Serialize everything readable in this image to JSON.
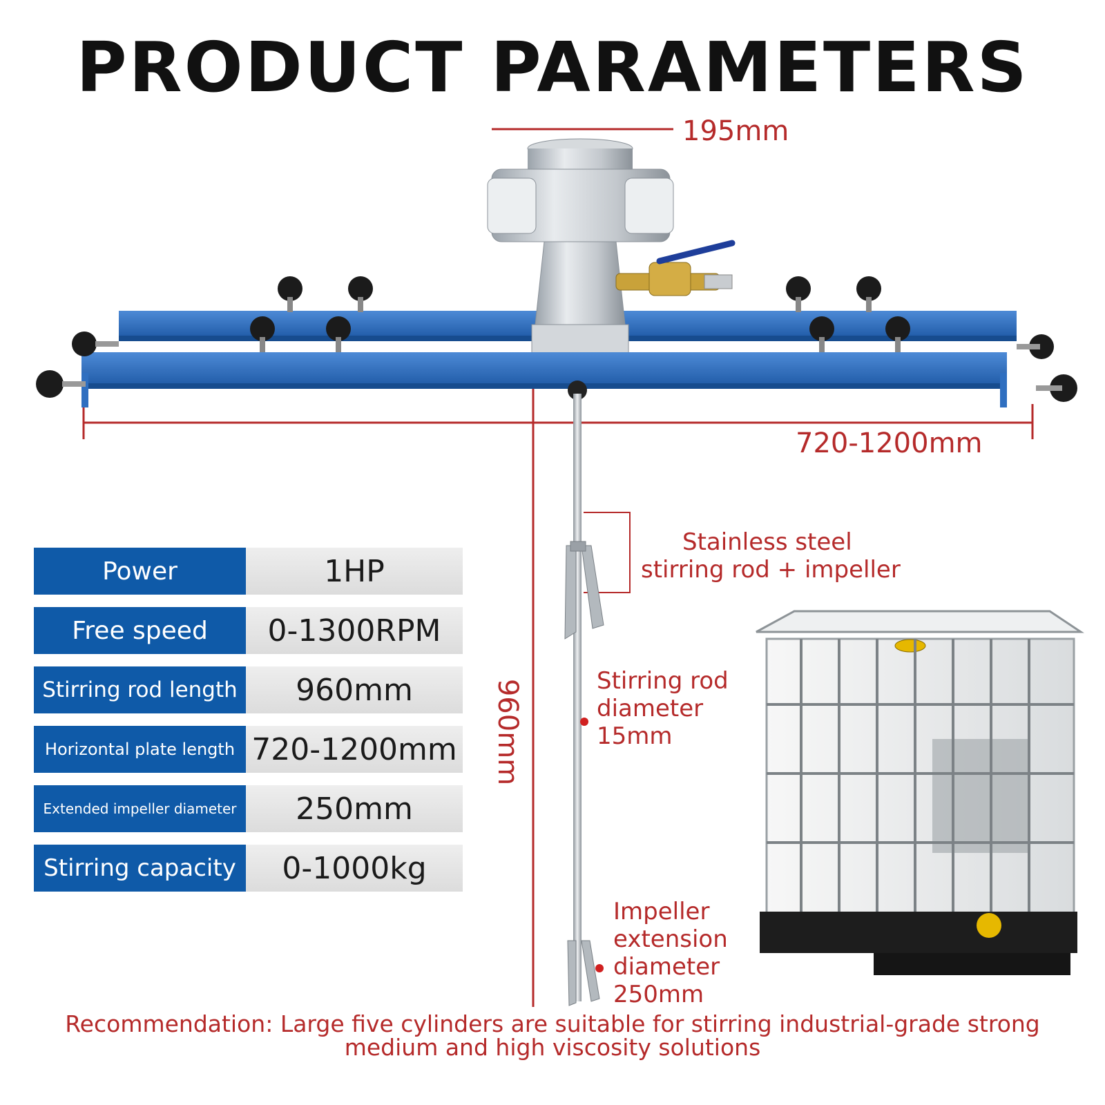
{
  "title": "PRODUCT PARAMETERS",
  "dimensions": {
    "motor_width": "195mm",
    "plate_length": "720-1200mm",
    "rod_length": "960mm"
  },
  "callouts": {
    "rod_impeller": {
      "line1": "Stainless steel",
      "line2": "stirring rod + impeller"
    },
    "rod_diameter": {
      "line1": "Stirring rod",
      "line2": "diameter",
      "line3": "15mm"
    },
    "impeller_extension": {
      "line1": "Impeller",
      "line2": "extension",
      "line3": "diameter",
      "line4": "250mm"
    }
  },
  "spec_table": [
    {
      "label": "Power",
      "value": "1HP"
    },
    {
      "label": "Free speed",
      "value": "0-1300RPM"
    },
    {
      "label": "Stirring rod length",
      "value": "960mm"
    },
    {
      "label": "Horizontal plate length",
      "value": "720-1200mm"
    },
    {
      "label": "Extended impeller diameter",
      "value": "250mm"
    },
    {
      "label": "Stirring capacity",
      "value": "0-1000kg"
    }
  ],
  "recommendation": {
    "line1": "Recommendation: Large five cylinders are suitable for stirring industrial-grade strong",
    "line2": "medium and high viscosity solutions"
  },
  "colors": {
    "accent_blue": "#0f5aa8",
    "dimension_red": "#b52a2a",
    "frame_blue": "#2f6fc0"
  }
}
